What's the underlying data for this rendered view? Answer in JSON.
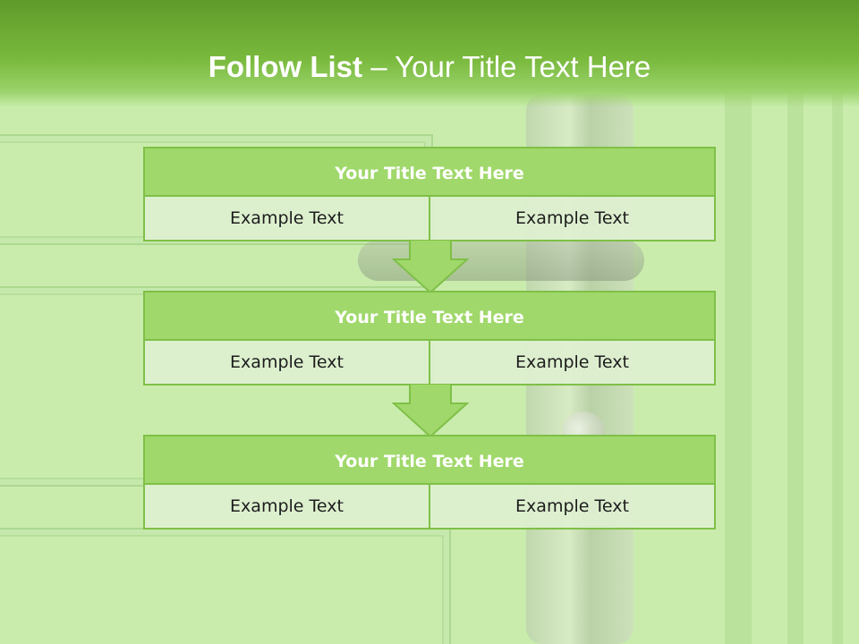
{
  "slide": {
    "title_bold": "Follow List",
    "title_rest": " – Your Title Text Here"
  },
  "blocks": [
    {
      "title": "Your Title Text Here",
      "left": "Example Text",
      "right": "Example Text"
    },
    {
      "title": "Your Title Text Here",
      "left": "Example Text",
      "right": "Example Text"
    },
    {
      "title": "Your Title Text Here",
      "left": "Example Text",
      "right": "Example Text"
    }
  ],
  "colors": {
    "accent": "#a0d86b",
    "border": "#7fc047",
    "header": "#79b93d",
    "cell_bg": "#def0d0"
  },
  "icons": {
    "arrow": "down-arrow-icon"
  }
}
